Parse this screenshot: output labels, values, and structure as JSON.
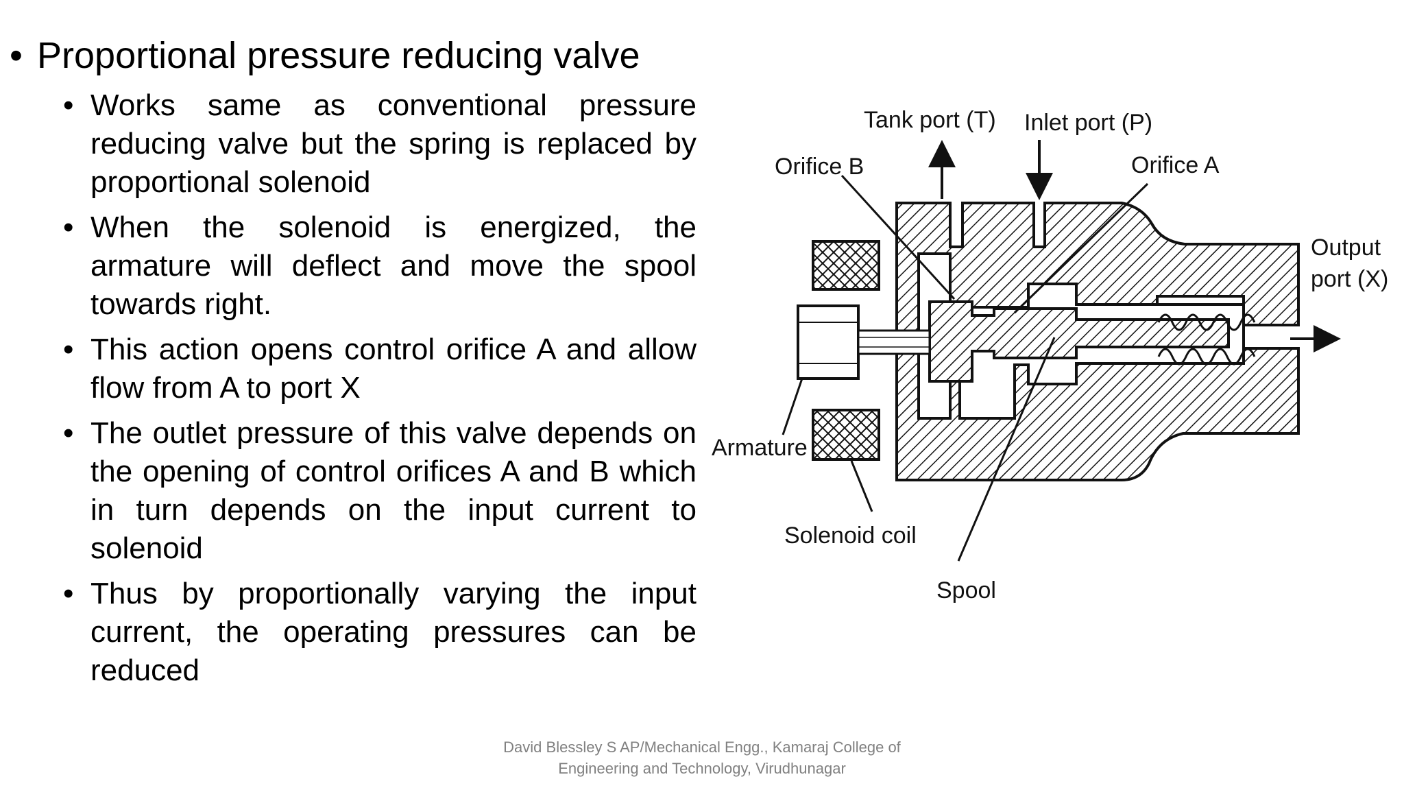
{
  "slide": {
    "heading": "Proportional pressure reducing valve",
    "bullets": [
      "Works same as conventional pressure reducing valve but the spring is replaced by proportional solenoid",
      "When the solenoid is energized, the armature will deflect and move the spool towards right.",
      "This action opens control orifice A and allow flow from A to port X",
      "The outlet pressure of this valve depends on the opening of control orifices A and B which in turn depends on the input current to solenoid",
      "Thus by proportionally varying the input current, the operating pressures can be reduced"
    ]
  },
  "figure": {
    "labels": {
      "tank_port": "Tank port (T)",
      "inlet_port": "Inlet port (P)",
      "orifice_b": "Orifice B",
      "orifice_a": "Orifice A",
      "output_port_line1": "Output",
      "output_port_line2": "port (X)",
      "armature": "Armature",
      "solenoid_coil": "Solenoid coil",
      "spool": "Spool"
    }
  },
  "footer": {
    "line1": "David Blessley S AP/Mechanical Engg., Kamaraj College of",
    "line2": "Engineering and Technology, Virudhunagar"
  }
}
